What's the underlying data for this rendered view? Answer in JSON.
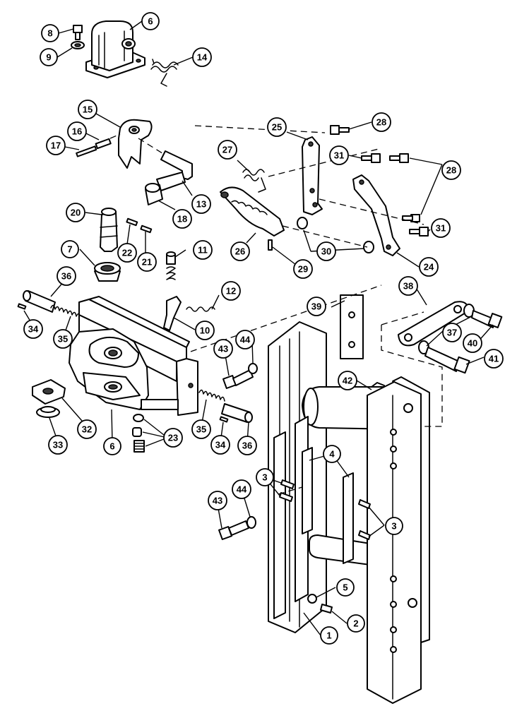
{
  "diagram": {
    "callouts": [
      {
        "id": "c8",
        "label": "8"
      },
      {
        "id": "c6a",
        "label": "6"
      },
      {
        "id": "c9",
        "label": "9"
      },
      {
        "id": "c14",
        "label": "14"
      },
      {
        "id": "c15",
        "label": "15"
      },
      {
        "id": "c16",
        "label": "16"
      },
      {
        "id": "c17",
        "label": "17"
      },
      {
        "id": "c13",
        "label": "13"
      },
      {
        "id": "c18",
        "label": "18"
      },
      {
        "id": "c25",
        "label": "25"
      },
      {
        "id": "c28a",
        "label": "28"
      },
      {
        "id": "c27",
        "label": "27"
      },
      {
        "id": "c31a",
        "label": "31"
      },
      {
        "id": "c28b",
        "label": "28"
      },
      {
        "id": "c31b",
        "label": "31"
      },
      {
        "id": "c20",
        "label": "20"
      },
      {
        "id": "c22",
        "label": "22"
      },
      {
        "id": "c21",
        "label": "21"
      },
      {
        "id": "c7",
        "label": "7"
      },
      {
        "id": "c11",
        "label": "11"
      },
      {
        "id": "c26",
        "label": "26"
      },
      {
        "id": "c30",
        "label": "30"
      },
      {
        "id": "c29",
        "label": "29"
      },
      {
        "id": "c24",
        "label": "24"
      },
      {
        "id": "c36a",
        "label": "36"
      },
      {
        "id": "c12",
        "label": "12"
      },
      {
        "id": "c38",
        "label": "38"
      },
      {
        "id": "c39",
        "label": "39"
      },
      {
        "id": "c34a",
        "label": "34"
      },
      {
        "id": "c35a",
        "label": "35"
      },
      {
        "id": "c10",
        "label": "10"
      },
      {
        "id": "c44a",
        "label": "44"
      },
      {
        "id": "c43a",
        "label": "43"
      },
      {
        "id": "c37",
        "label": "37"
      },
      {
        "id": "c40",
        "label": "40"
      },
      {
        "id": "c41",
        "label": "41"
      },
      {
        "id": "c42",
        "label": "42"
      },
      {
        "id": "c32",
        "label": "32"
      },
      {
        "id": "c33",
        "label": "33"
      },
      {
        "id": "c6b",
        "label": "6"
      },
      {
        "id": "c23",
        "label": "23"
      },
      {
        "id": "c35b",
        "label": "35"
      },
      {
        "id": "c34b",
        "label": "34"
      },
      {
        "id": "c36b",
        "label": "36"
      },
      {
        "id": "c4",
        "label": "4"
      },
      {
        "id": "c3a",
        "label": "3"
      },
      {
        "id": "c43b",
        "label": "43"
      },
      {
        "id": "c44b",
        "label": "44"
      },
      {
        "id": "c3b",
        "label": "3"
      },
      {
        "id": "c5",
        "label": "5"
      },
      {
        "id": "c2",
        "label": "2"
      },
      {
        "id": "c1",
        "label": "1"
      }
    ]
  }
}
